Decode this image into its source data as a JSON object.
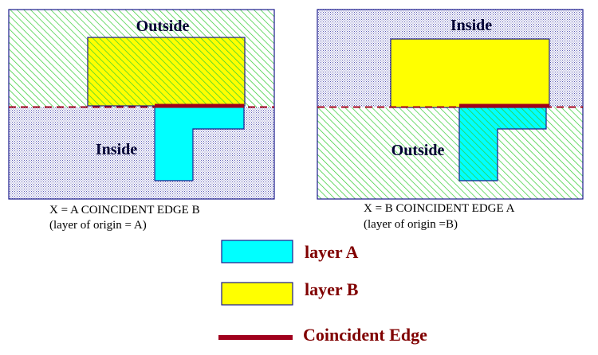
{
  "colors": {
    "layer_a": "#00ffff",
    "layer_b": "#ffff00",
    "coincident_edge": "#a0001c",
    "outline": "#1a1a8c",
    "hatch_green": "#33cc33",
    "hatch_blue": "#5a5ab4",
    "region_text": "#000033",
    "legend_text": "#800000"
  },
  "left_panel": {
    "top_label": "Outside",
    "bottom_label": "Inside",
    "caption_line1": "X = A COINCIDENT EDGE  B",
    "caption_line2": "(layer of origin = A)"
  },
  "right_panel": {
    "top_label": "Inside",
    "bottom_label": "Outside",
    "caption_line1": "X = B COINCIDENT EDGE  A",
    "caption_line2": "(layer of origin =B)"
  },
  "legend": {
    "layer_a_label": "layer A",
    "layer_b_label": "layer B",
    "edge_label": "Coincident Edge"
  }
}
